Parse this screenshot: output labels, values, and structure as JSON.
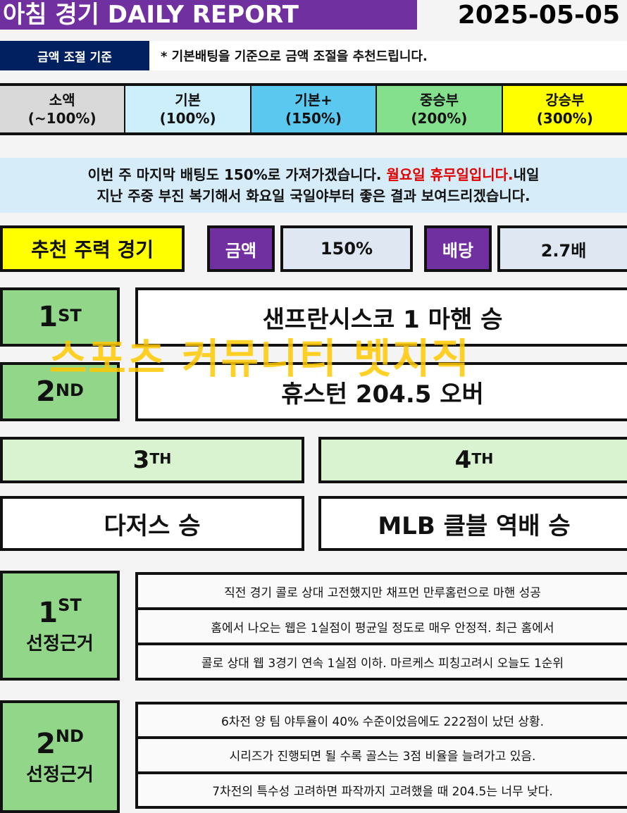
{
  "header": {
    "title": "아침 경기 DAILY REPORT",
    "date": "2025-05-05"
  },
  "criteria": {
    "label": "금액 조절 기준",
    "note": "* 기본배팅을 기준으로 금액 조절을 추천드립니다."
  },
  "tiers": [
    {
      "name": "소액",
      "pct": "(~100%)",
      "color": "#d9d9d9"
    },
    {
      "name": "기본",
      "pct": "(100%)",
      "color": "#cdeefb"
    },
    {
      "name": "기본+",
      "pct": "(150%)",
      "color": "#5bc8f0"
    },
    {
      "name": "중승부",
      "pct": "(200%)",
      "color": "#85e08e"
    },
    {
      "name": "강승부",
      "pct": "(300%)",
      "color": "#ffff00"
    }
  ],
  "notice": {
    "line1_a": "이번 주 마지막 배팅도 150%로 가져가겠습니다. ",
    "line1_red": "월요일 휴무일입니다.",
    "line1_b": "내일",
    "line2": "지난 주중 부진 복기해서 화요일 국일야부터 좋은 결과 보여드리겠습니다."
  },
  "pick": {
    "label": "추천 주력 경기",
    "amount_label": "금액",
    "amount": "150%",
    "odds_label": "배당",
    "odds": "2.7배"
  },
  "games": [
    {
      "rank": "1",
      "suffix": "ST",
      "pick": "샌프란시스코 1 마핸 승"
    },
    {
      "rank": "2",
      "suffix": "ND",
      "pick": "휴스턴 204.5 오버"
    },
    {
      "rank": "3",
      "suffix": "TH",
      "pick": "다저스 승"
    },
    {
      "rank": "4",
      "suffix": "TH",
      "pick": "MLB 클블 역배 승"
    }
  ],
  "reasons": [
    {
      "rank": "1",
      "suffix": "ST",
      "label": "선정근거",
      "lines": [
        "직전 경기 콜로 상대 고전했지만 채프먼 만루홈런으로 마핸 성공",
        "홈에서 나오는 웹은 1실점이 평균일 정도로 매우 안정적. 최근 홈에서",
        "콜로 상대 웹 3경기 연속 1실점 이하. 마르케스 피칭고려시 오늘도 1순위"
      ]
    },
    {
      "rank": "2",
      "suffix": "ND",
      "label": "선정근거",
      "lines": [
        "6차전 양 팀 야투율이 40% 수준이었음에도 222점이 났던 상황.",
        "시리즈가 진행되면 될 수록 골스는 3점 비율을 늘려가고 있음.",
        "7차전의 특수성 고려하면 파작까지 고려했을 때 204.5는 너무 낮다."
      ]
    }
  ],
  "watermark": "스포츠 커뮤니티 벳지직"
}
